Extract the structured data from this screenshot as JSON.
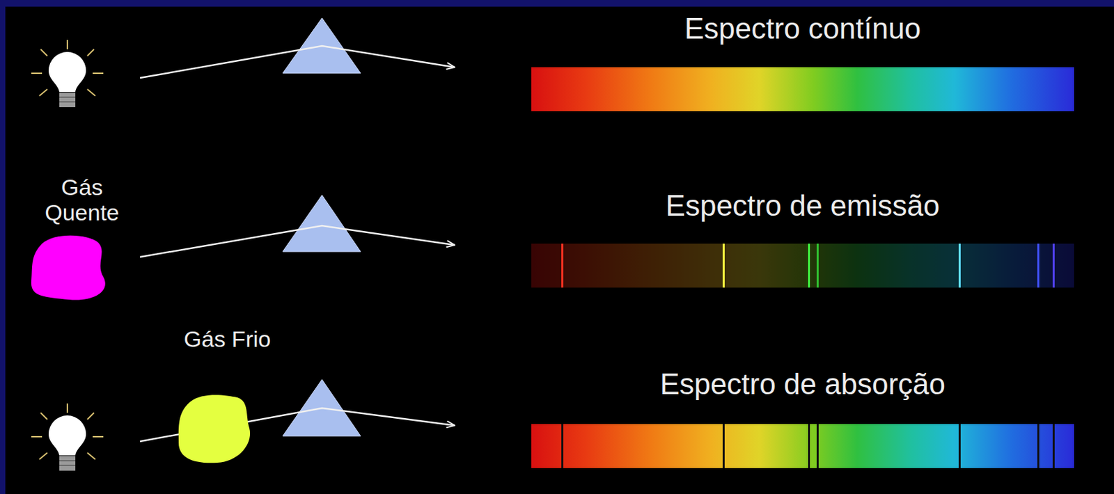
{
  "diagram": {
    "nodes": [
      {
        "text": [
          "Espectro contínuo"
        ]
      },
      {
        "text": [
          "Gás Quente"
        ]
      },
      {
        "text": [
          "Espectro de emissão"
        ]
      },
      {
        "text": [
          "Gás Frio"
        ]
      },
      {
        "text": [
          "Espectro de absorção"
        ]
      }
    ]
  }
}
